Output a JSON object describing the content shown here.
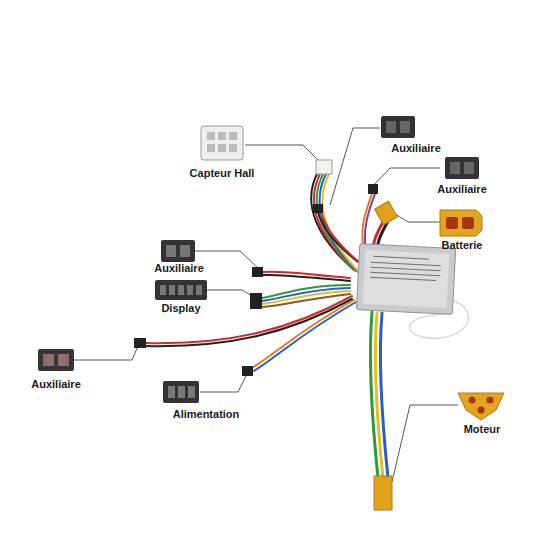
{
  "diagram": {
    "labels": [
      "Auxiliaire",
      "Capteur Hall",
      "Auxiliaire",
      "Batterie",
      "Auxiliaire",
      "Display",
      "Auxiliaire",
      "Alimentation",
      "Moteur"
    ]
  }
}
